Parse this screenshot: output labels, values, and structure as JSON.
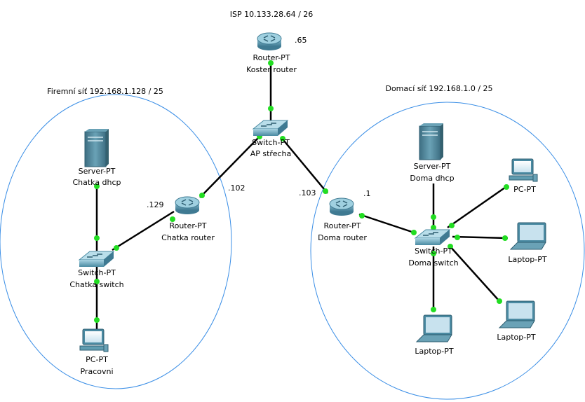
{
  "zones": {
    "isp": "ISP 10.133.28.64 / 26",
    "firemni": "Firemní síť 192.168.1.128 / 25",
    "domaci": "Domací síť 192.168.1.0 / 25"
  },
  "devices": {
    "koster_router": {
      "type": "Router-PT",
      "name": "Koster router"
    },
    "ap_strecha": {
      "type": "Switch-PT",
      "name": "AP střecha"
    },
    "chatka_dhcp": {
      "type": "Server-PT",
      "name": "Chatka dhcp"
    },
    "chatka_router": {
      "type": "Router-PT",
      "name": "Chatka router"
    },
    "chatka_switch": {
      "type": "Switch-PT",
      "name": "Chatka switch"
    },
    "pracovni": {
      "type": "PC-PT",
      "name": "Pracovni"
    },
    "doma_router": {
      "type": "Router-PT",
      "name": "Doma router"
    },
    "doma_dhcp": {
      "type": "Server-PT",
      "name": "Doma dhcp"
    },
    "doma_switch": {
      "type": "Switch-PT",
      "name": "Doma switch"
    },
    "doma_pc": {
      "type": "PC-PT"
    },
    "laptop_right": {
      "type": "Laptop-PT"
    },
    "laptop_bottom_right": {
      "type": "Laptop-PT"
    },
    "laptop_bottom": {
      "type": "Laptop-PT"
    }
  },
  "addresses": {
    "koster": ".65",
    "chatka_wan": ".102",
    "chatka_lan": ".129",
    "doma_wan": ".103",
    "doma_lan": ".1"
  },
  "colors": {
    "ellipse": "#3a8ee6",
    "link": "#000000",
    "port": "#22dd22",
    "router": "#4f8fa8",
    "switch": "#5f9cb0",
    "server": "#4d7f93"
  }
}
